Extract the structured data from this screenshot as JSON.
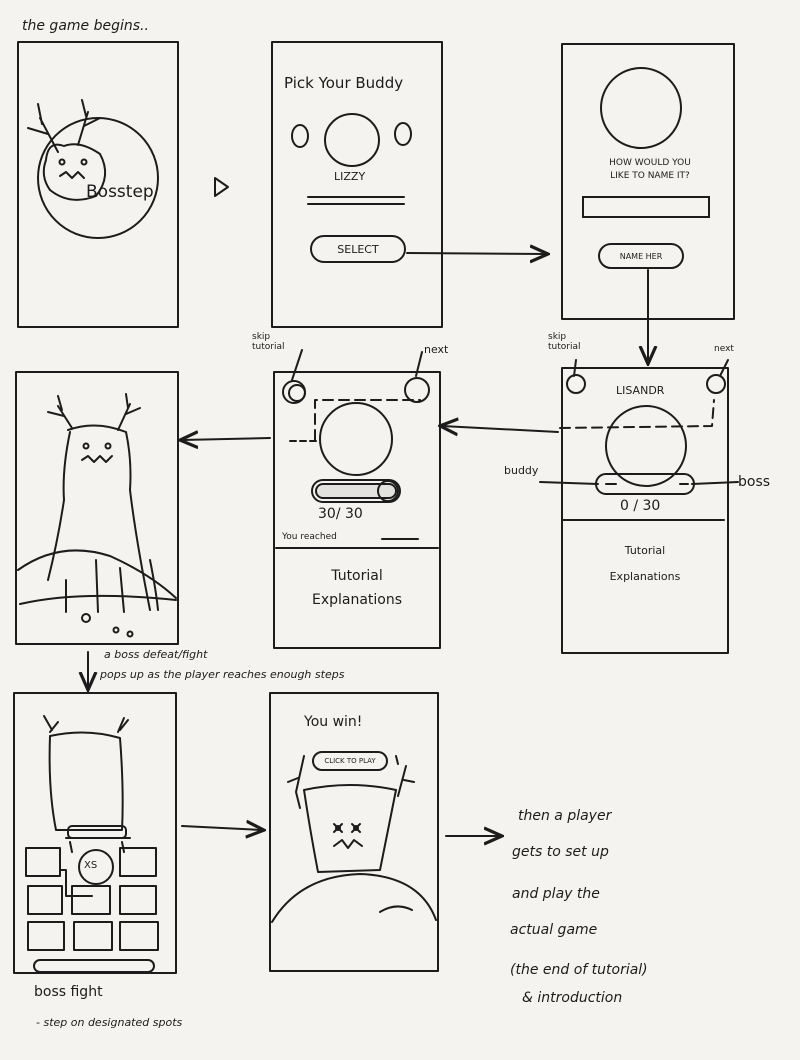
{
  "header": {
    "caption": "the game begins.."
  },
  "splash": {
    "logo_text": "Bosstep"
  },
  "pick_buddy": {
    "title": "Pick Your Buddy",
    "buddy_name": "LIZZY",
    "select_label": "SELECT"
  },
  "name_screen": {
    "prompt_line1": "HOW WOULD YOU",
    "prompt_line2": "LIKE TO NAME IT?",
    "name_button_label": "NAME HER"
  },
  "tutorial_a": {
    "skip_note": "skip\ntutorial",
    "next_note": "next",
    "buddy_name": "LISANDR",
    "buddy_note": "buddy",
    "boss_note": "boss",
    "progress_text": "0 / 30",
    "explanation_line1": "Tutorial",
    "explanation_line2": "Explanations"
  },
  "tutorial_b": {
    "skip_note": "skip\ntutorial",
    "next_note": "next",
    "progress_text": "30/ 30",
    "reached_text": "You reached",
    "explanation_line1": "Tutorial",
    "explanation_line2": "Explanations"
  },
  "boss_note": {
    "line1": "a boss defeat/fight",
    "line2": "pops up as the player reaches enough steps"
  },
  "boss_fight": {
    "badge_text": "XS",
    "caption": "boss fight",
    "detail": "- step on designated spots"
  },
  "win_screen": {
    "title": "You win!",
    "button_label": "CLICK TO PLAY"
  },
  "ending": {
    "line1": "then a player",
    "line2": "gets to set up",
    "line3": "and play the",
    "line4": "actual game",
    "line5": "(the end of tutorial)",
    "line6": "& introduction"
  },
  "colors": {
    "ink": "#1c1c1c",
    "paper": "#f4f3ef"
  }
}
